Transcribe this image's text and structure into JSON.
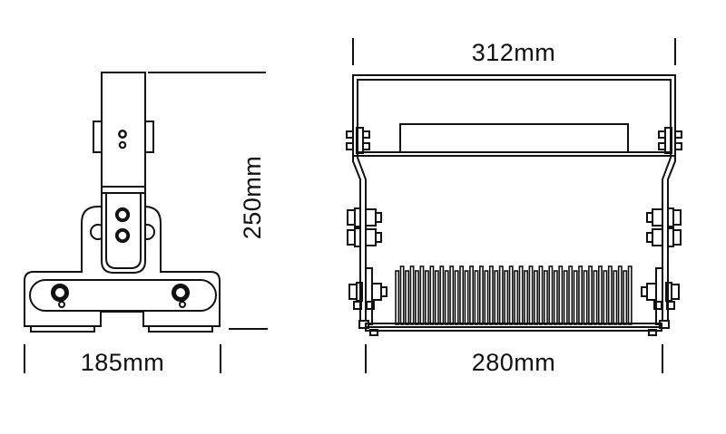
{
  "drawing": {
    "type": "floodlight-dimensional-drawing",
    "background": "#ffffff",
    "line_color": "#111111"
  },
  "dimensions": {
    "front_width": "312mm",
    "height": "250mm",
    "bracket_width": "185mm",
    "body_width": "280mm"
  },
  "figure": {
    "views": [
      "side-view",
      "front-view"
    ],
    "fin_count": 48
  }
}
